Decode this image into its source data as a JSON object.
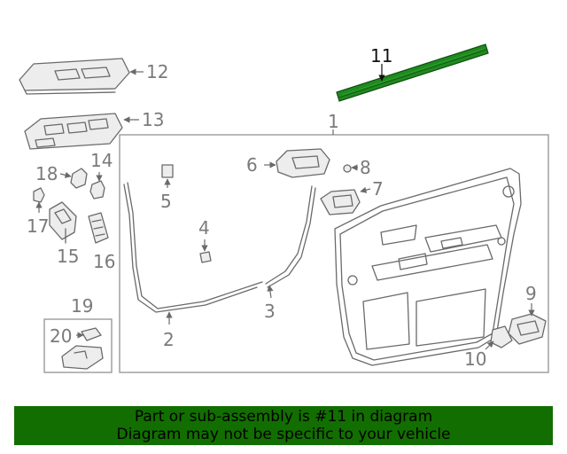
{
  "callouts": {
    "c1": "1",
    "c2": "2",
    "c3": "3",
    "c4": "4",
    "c5": "5",
    "c6": "6",
    "c7": "7",
    "c8": "8",
    "c9": "9",
    "c10": "10",
    "c11": "11",
    "c12": "12",
    "c13": "13",
    "c14": "14",
    "c15": "15",
    "c16": "16",
    "c17": "17",
    "c18": "18",
    "c19": "19",
    "c20": "20"
  },
  "highlight": {
    "part": "11",
    "color": "#1f8a1f"
  },
  "banner": {
    "line1": "Part or sub-assembly is #11 in diagram",
    "line2": "Diagram may not be specific to your vehicle",
    "background": "#126e00"
  }
}
